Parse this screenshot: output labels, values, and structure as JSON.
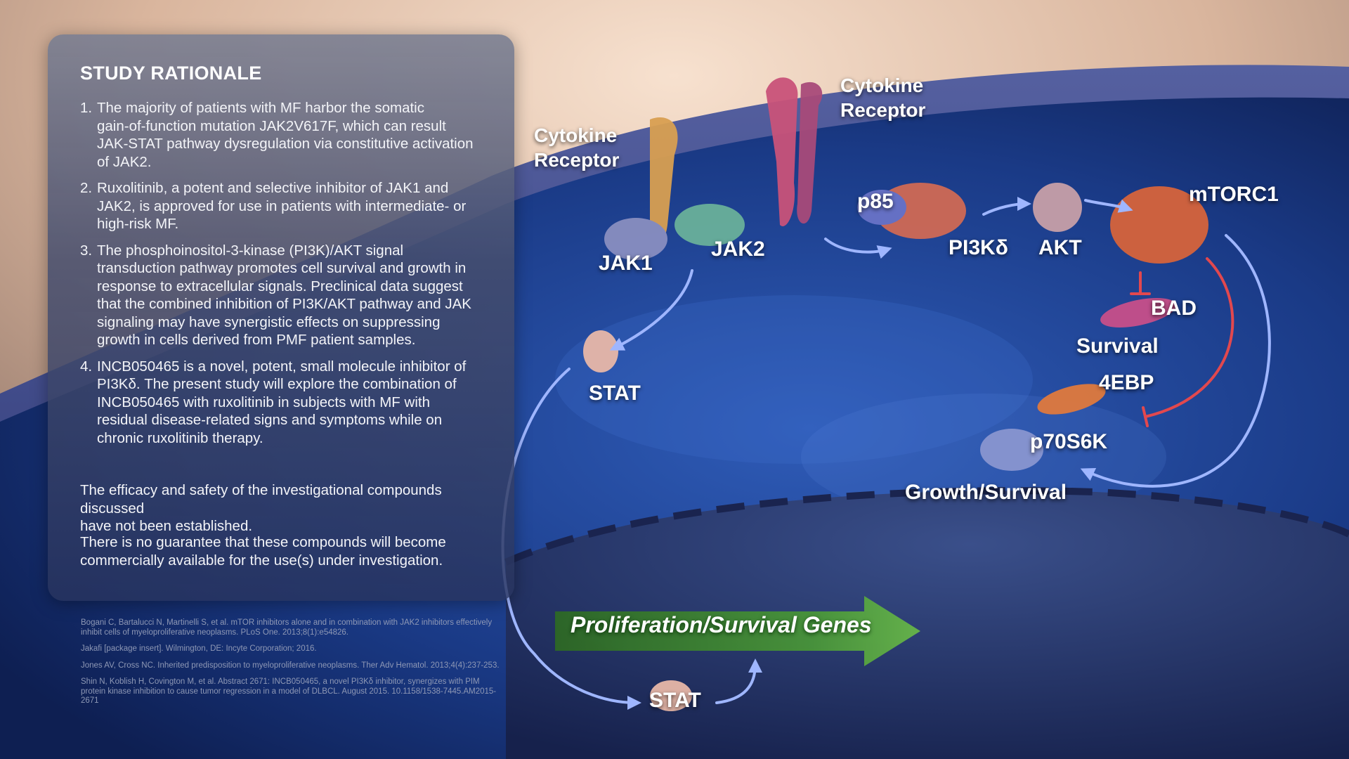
{
  "panel": {
    "title": "STUDY RATIONALE",
    "items": [
      {
        "num": "1.",
        "lines": [
          "The majority of patients with MF harbor the somatic",
          "gain-of-function mutation JAK2V617F, which can result",
          "JAK-STAT pathway dysregulation via constitutive activation",
          "of JAK2."
        ]
      },
      {
        "num": "2.",
        "lines": [
          "Ruxolitinib, a potent and selective inhibitor of JAK1 and",
          "JAK2, is approved for use in patients with intermediate- or",
          "high-risk MF."
        ]
      },
      {
        "num": "3.",
        "lines": [
          "The phosphoinositol-3-kinase (PI3K)/AKT signal",
          "transduction pathway promotes cell survival and growth in",
          "response to extracellular signals. Preclinical data suggest",
          "that the combined inhibition of PI3K/AKT pathway and JAK",
          "signaling may have synergistic effects on suppressing",
          "growth in cells derived from PMF patient samples."
        ]
      },
      {
        "num": "4.",
        "lines": [
          "INCB050465 is a novel, potent, small molecule inhibitor of",
          "PI3Kδ. The present study will explore the combination of",
          "INCB050465 with ruxolitinib in subjects with MF with",
          "residual disease-related signs and symptoms while on",
          "chronic ruxolitinib therapy."
        ]
      }
    ],
    "note1": [
      "The efficacy and safety of the investigational compounds discussed",
      "have not been established."
    ],
    "note2": [
      "There is no guarantee that these compounds will become",
      "commercially available for the use(s) under investigation."
    ]
  },
  "references": [
    "Bogani C, Bartalucci N, Martinelli S, et al. mTOR inhibitors alone and in combination with JAK2 inhibitors effectively inhibit cells of myeloproliferative neoplasms. PLoS One. 2013;8(1):e54826.",
    "Jakafi [package insert]. Wilmington, DE: Incyte Corporation; 2016.",
    "Jones AV, Cross NC. Inherited predisposition to myeloproliferative neoplasms. Ther Adv Hematol. 2013;4(4):237-253.",
    "Shin N, Koblish H, Covington M, et al. Abstract 2671: INCB050465, a novel PI3Kδ inhibitor, synergizes with PIM protein kinase inhibition to cause tumor regression in a model of DLBCL. August 2015. 10.1158/1538-7445.AM2015-2671"
  ],
  "diagram": {
    "cytokine_receptor_left": [
      "Cytokine",
      "Receptor"
    ],
    "cytokine_receptor_right": [
      "Cytokine",
      "Receptor"
    ],
    "jak1": "JAK1",
    "jak2": "JAK2",
    "stat_top": "STAT",
    "stat_bottom": "STAT",
    "p85": "p85",
    "pi3k": "PI3Kδ",
    "akt": "AKT",
    "mtorc1": "mTORC1",
    "bad": "BAD",
    "survival": "Survival",
    "ebp": "4EBP",
    "p70s6k": "p70S6K",
    "growth_survival": "Growth/Survival",
    "genes": "Proliferation/Survival Genes"
  },
  "colors": {
    "arrow_blue": "#9fb6ff",
    "inhibit_red": "#e2484e",
    "genes_green": "#3f8a2a"
  }
}
